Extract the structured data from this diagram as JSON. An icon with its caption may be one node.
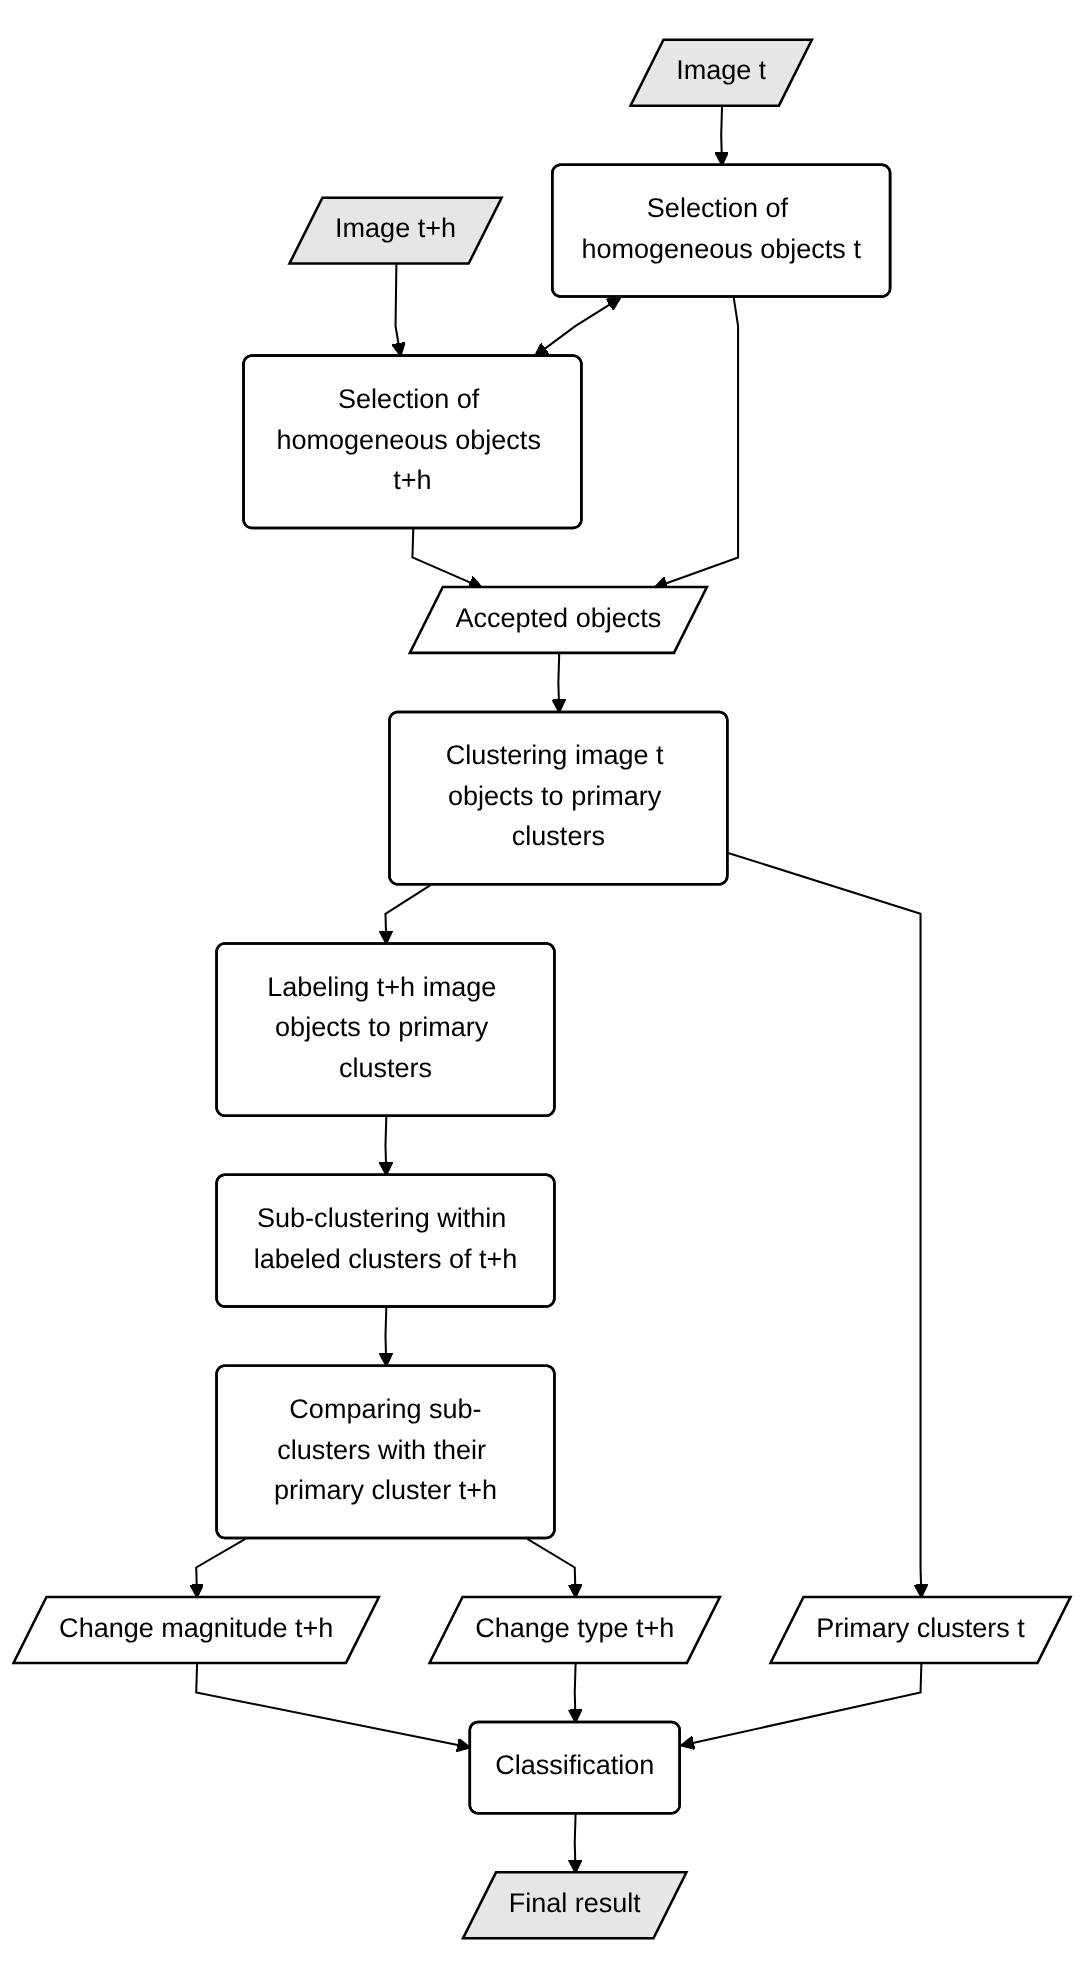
{
  "diagram": {
    "nodes": [
      {
        "text": [
          "Image t"
        ]
      },
      {
        "text": [
          "Image t+h"
        ]
      },
      {
        "text": [
          "Selection of homogeneous objects t"
        ]
      },
      {
        "text": [
          "Selection of homogeneous objects t+h"
        ]
      },
      {
        "text": [
          "Accepted objects"
        ]
      },
      {
        "text": [
          "Clustering image t objects to primary clusters"
        ]
      },
      {
        "text": [
          "Labeling t+h image objects to primary clusters"
        ]
      },
      {
        "text": [
          "Sub-clustering within labeled clusters of t+h"
        ]
      },
      {
        "text": [
          "Comparing sub-clusters with their primary cluster t+h"
        ]
      },
      {
        "text": [
          "Primary clusters t"
        ]
      },
      {
        "text": [
          "Change magnitude t+h"
        ]
      },
      {
        "text": [
          "Change type t+h"
        ]
      },
      {
        "text": [
          "Classification"
        ]
      },
      {
        "text": [
          "Final result"
        ]
      }
    ],
    "edges": [
      {
        "from": 0,
        "to": 2,
        "arrow": "to"
      },
      {
        "from": 1,
        "to": 3,
        "arrow": "to"
      },
      {
        "from": 2,
        "to": 3,
        "arrow": "both"
      },
      {
        "from": 2,
        "to": 4,
        "arrow": "to"
      },
      {
        "from": 3,
        "to": 4,
        "arrow": "to"
      },
      {
        "from": 4,
        "to": 5,
        "arrow": "to"
      },
      {
        "from": 5,
        "to": 6,
        "arrow": "to"
      },
      {
        "from": 6,
        "to": 7,
        "arrow": "to"
      },
      {
        "from": 7,
        "to": 8,
        "arrow": "to"
      },
      {
        "from": 5,
        "to": 9,
        "arrow": "to"
      },
      {
        "from": 8,
        "to": 10,
        "arrow": "to"
      },
      {
        "from": 8,
        "to": 11,
        "arrow": "to"
      },
      {
        "from": 9,
        "to": 12,
        "arrow": "to"
      },
      {
        "from": 10,
        "to": 12,
        "arrow": "to"
      },
      {
        "from": 11,
        "to": 12,
        "arrow": "to"
      },
      {
        "from": 12,
        "to": 13,
        "arrow": "to"
      }
    ]
  }
}
